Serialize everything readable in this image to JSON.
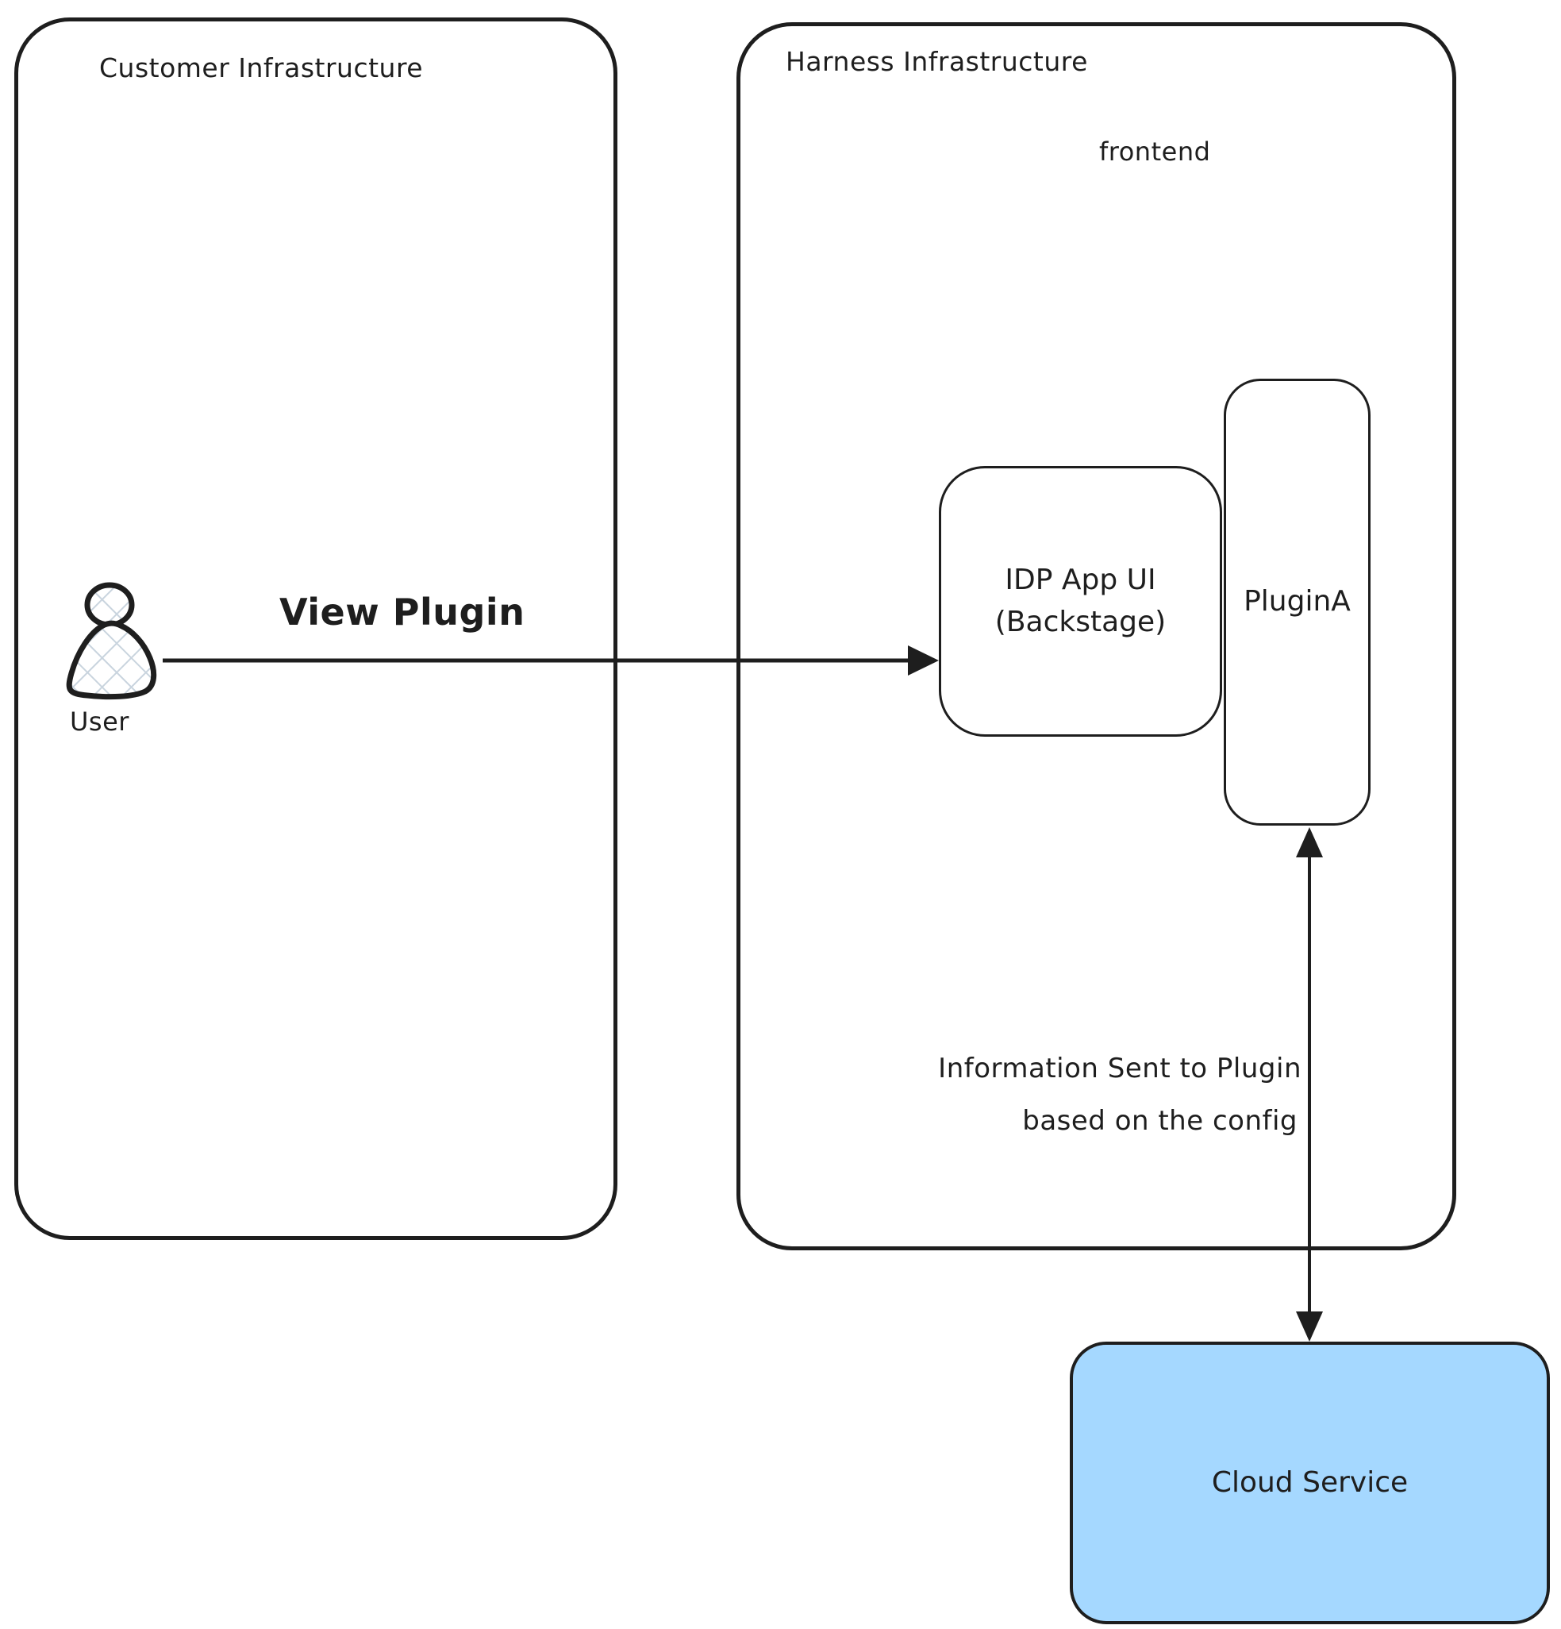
{
  "colors": {
    "stroke": "#1e1e1e",
    "background": "#ffffff",
    "cloud_fill": "#a5d8ff",
    "user_hatch": "#c9d4de"
  },
  "containers": {
    "customer": {
      "label": "Customer Infrastructure"
    },
    "harness": {
      "label": "Harness Infrastructure",
      "region_label": "frontend"
    }
  },
  "nodes": {
    "user": {
      "label": "User"
    },
    "idp": {
      "label_line1": "IDP App UI",
      "label_line2": "(Backstage)"
    },
    "plugin": {
      "label": "PluginA"
    },
    "cloud": {
      "label": "Cloud Service"
    }
  },
  "edges": {
    "user_to_idp": {
      "label": "View Plugin"
    },
    "plugin_to_cloud": {
      "label_line1": "Information Sent to Plugin",
      "label_line2": "based on the config"
    }
  }
}
